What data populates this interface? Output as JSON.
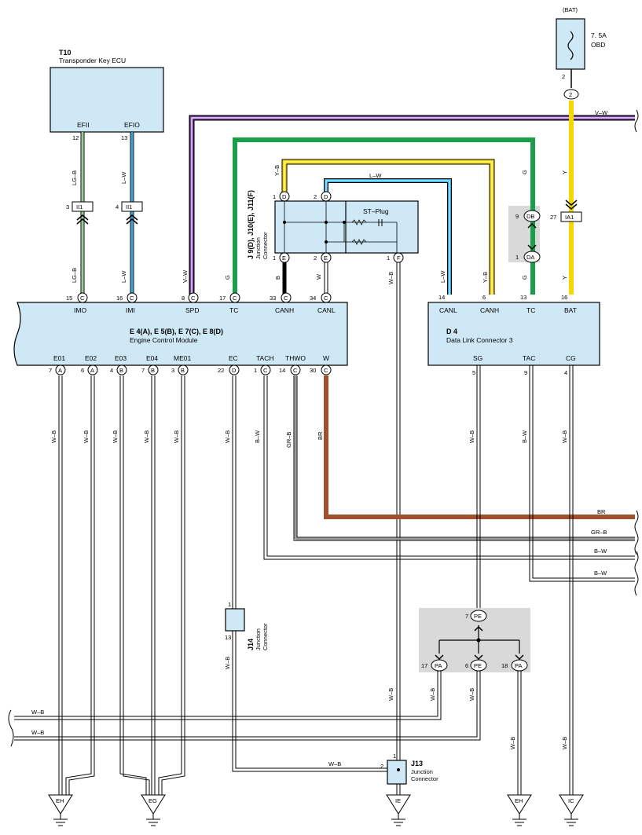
{
  "components": {
    "t10": {
      "id": "T10",
      "name": "Transponder Key ECU",
      "pins": {
        "efii": "EFII",
        "efio": "EFIO"
      },
      "pin_nums": {
        "efii": "12",
        "efio": "13"
      }
    },
    "ecm": {
      "id": "E 4(A), E 5(B), E 7(C), E 8(D)",
      "name": "Engine Control Module",
      "top_pins": [
        "IMO",
        "IMI",
        "SPD",
        "TC",
        "CANH",
        "CANL"
      ],
      "bottom_pins": [
        "E01",
        "E02",
        "E03",
        "E04",
        "ME01",
        "EC",
        "TACH",
        "THWO",
        "W"
      ]
    },
    "dlc3": {
      "id": "D 4",
      "name": "Data Link Connector 3",
      "top_pins": [
        "CANL",
        "CANH",
        "TC",
        "BAT"
      ],
      "bottom_pins": [
        "SG",
        "TAC",
        "CG"
      ]
    },
    "junction_main": {
      "id": "J 9(D), J10(E), J11(F)",
      "name": "Junction",
      "name2": "Connector",
      "st_plug": "ST–Plug"
    },
    "j13": {
      "id": "J13",
      "name": "Junction",
      "name2": "Connector"
    },
    "j14": {
      "id": "J14",
      "name": "Junction",
      "name2": "Connector"
    },
    "fuse": {
      "source": "(BAT)",
      "rating": "7. 5A",
      "name": "OBD"
    }
  },
  "connectors": {
    "ii1": "II1",
    "ia1": "IA1",
    "db": "DB",
    "da": "DA",
    "pe": "PE",
    "pa": "PA"
  },
  "wire_colors": {
    "lgb": "LG–B",
    "lw": "L–W",
    "vw": "V–W",
    "g": "G",
    "yb": "Y–B",
    "y": "Y",
    "b": "B",
    "w": "W",
    "wb": "W–B",
    "bw": "B–W",
    "grb": "GR–B",
    "br": "BR"
  },
  "grounds": {
    "eh": "EH",
    "eg": "EG",
    "ie": "IE",
    "ic": "IC"
  },
  "colors": {
    "green": "#1a9e4a",
    "yellow": "#f5d800",
    "purple": "#7a3fa0",
    "blue": "#2aa7e0",
    "brown": "#a0502a",
    "lgreen": "#8fcf8f",
    "gray": "#9a9a9a"
  }
}
